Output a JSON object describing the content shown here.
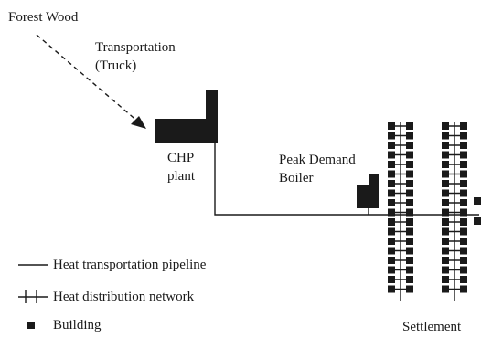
{
  "labels": {
    "source": "Forest Wood",
    "transport_line1": "Transportation",
    "transport_line2": "(Truck)",
    "chp_line1": "CHP",
    "chp_line2": "plant",
    "boiler_line1": "Peak Demand",
    "boiler_line2": "Boiler",
    "settlement": "Settlement"
  },
  "legend": [
    {
      "symbol": "solid-line",
      "label": "Heat transportation pipeline"
    },
    {
      "symbol": "cross-line",
      "label": "Heat distribution network"
    },
    {
      "symbol": "filled-square",
      "label": "Building"
    }
  ],
  "colors": {
    "ink": "#1a1a1a",
    "background": "#ffffff"
  }
}
